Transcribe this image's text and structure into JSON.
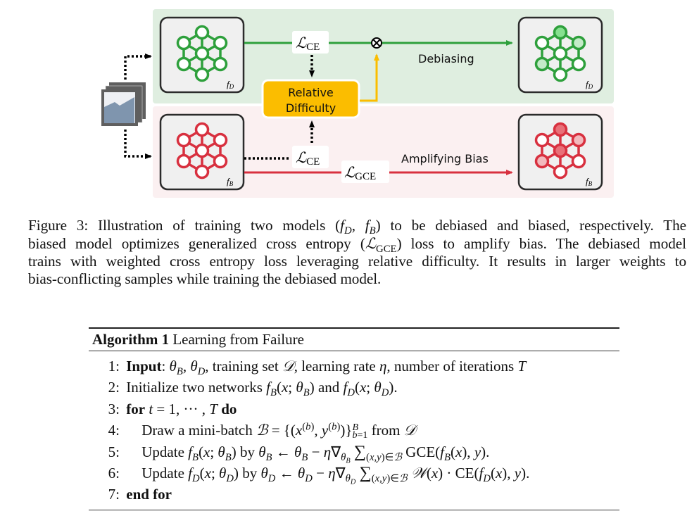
{
  "figure": {
    "top_panel_label": "Debiasing",
    "bottom_panel_label": "Amplifying Bias",
    "relative_difficulty_label": [
      "Relative",
      "Difficulty"
    ],
    "loss_ce_top": "ℒ",
    "loss_ce_top_sub": "CE",
    "loss_ce_bottom": "ℒ",
    "loss_ce_bottom_sub": "CE",
    "loss_gce": "ℒ",
    "loss_gce_sub": "GCE",
    "multiply_symbol": "⊗",
    "model_debiased_label": "f",
    "model_debiased_sub": "D",
    "model_biased_label": "f",
    "model_biased_sub": "B",
    "colors": {
      "green": "#2ea03c",
      "green_bg": "#dfeee0",
      "red": "#d8303f",
      "red_bg": "#fbf0f1",
      "amber": "#fbbd00",
      "node_box": "#f0f0f0",
      "image_stack": "#7f95ae"
    }
  },
  "caption": {
    "line1_a": "Figure 3: Illustration of training two models (",
    "line1_fd": "f",
    "line1_fd_sub": "D",
    "line1_comma": ", ",
    "line1_fb": "f",
    "line1_fb_sub": "B",
    "line1_b": ") to be debiased and biased, respectively. The",
    "line2_a": "biased model optimizes generalized cross entropy (",
    "line2_L": "ℒ",
    "line2_L_sub": "GCE",
    "line2_b": ") loss to amplify bias. The debiased model",
    "line3": "trains with weighted cross entropy loss leveraging relative difficulty. It results in larger weights to",
    "line4": "bias-conflicting samples while training the debiased model."
  },
  "algorithm": {
    "title_bold": "Algorithm 1",
    "title_rest": " Learning from Failure",
    "lines": [
      {
        "num": "1:",
        "text": "Input: θB, θD, training set 𝒟, learning rate η, number of iterations T"
      },
      {
        "num": "2:",
        "text": "Initialize two networks fB(x; θB) and fD(x; θD)."
      },
      {
        "num": "3:",
        "text": "for t = 1, ··· , T do"
      },
      {
        "num": "4:",
        "text": "Draw a mini-batch ℬ = {(x(b), y(b))}B b=1 from 𝒟"
      },
      {
        "num": "5:",
        "text": "Update fB(x; θB) by θB ← θB − η∇θB Σ(x,y)∈ℬ GCE(fB(x), y)."
      },
      {
        "num": "6:",
        "text": "Update fD(x; θD) by θD ← θD − η∇θD Σ(x,y)∈ℬ 𝒲(x) · CE(fD(x), y)."
      },
      {
        "num": "7:",
        "text": "end for"
      }
    ],
    "keywords": {
      "input": "Input",
      "for": "for",
      "do": "do",
      "end_for": "end for"
    },
    "words": {
      "training_set": ", training set ",
      "learning_rate": ", learning rate ",
      "num_iter": ", number of iterations ",
      "init": "Initialize two networks ",
      "and": " and ",
      "draw": "Draw a mini-batch ",
      "from": " from ",
      "update": "Update ",
      "by": " by ",
      "gce": "GCE",
      "ce": "CE"
    }
  }
}
